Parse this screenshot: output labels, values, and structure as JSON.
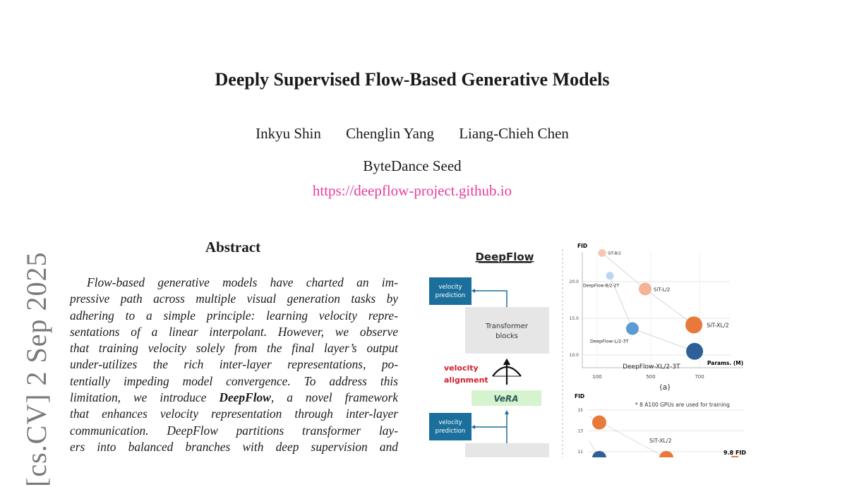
{
  "title": "Deeply Supervised Flow-Based Generative Models",
  "authors": [
    "Inkyu Shin",
    "Chenglin Yang",
    "Liang-Chieh Chen"
  ],
  "affiliation": "ByteDance Seed",
  "url": "https://deepflow-project.github.io",
  "arxiv_stamp": "[cs.CV]  2 Sep 2025",
  "abstract": {
    "heading": "Abstract",
    "lines": [
      "Flow-based generative models have charted an im-",
      "pressive path across multiple visual generation tasks by",
      "adhering to a simple principle: learning velocity repre-",
      "sentations of a linear interpolant. However, we observe",
      "that training velocity solely from the final layer’s output",
      "under-utilizes the rich inter-layer representations, po-",
      "tentially impeding model convergence. To address this"
    ],
    "line8_pre": "limitation, we introduce ",
    "line8_bold": "DeepFlow",
    "line8_post": ", a novel framework",
    "lines_after": [
      "that enhances velocity representation through inter-layer",
      "communication. DeepFlow partitions transformer lay-",
      "ers into balanced branches with deep supervision and"
    ]
  },
  "figure": {
    "diagram": {
      "title": "DeepFlow",
      "velocity_prediction_1": "velocity",
      "velocity_prediction_2": "prediction",
      "transformer_1": "Transformer",
      "transformer_2": "blocks",
      "alignment_1": "velocity",
      "alignment_2": "alignment",
      "vera": "VeRA",
      "colors": {
        "pred_box": "#1b6f9c",
        "block": "#e6e6e6",
        "vera_box": "#d6f3cf",
        "alignment_text": "#d0202a"
      }
    }
  },
  "chart_data": [
    {
      "type": "scatter",
      "caption": "(a)",
      "ylabel": "FID",
      "xlabel": "Params. (M)",
      "xticks": [
        100,
        500,
        700
      ],
      "yticks": [
        "10.0",
        "15.0",
        "20.0"
      ],
      "series": [
        {
          "name": "SiT",
          "color": "#e8793a",
          "points": [
            {
              "label": "SiT-B/2",
              "x": 137,
              "y": 23.9,
              "size": 1,
              "color": "#f6c7b0"
            },
            {
              "label": "SiT-L/2",
              "x": 458,
              "y": 19.0,
              "size": 2,
              "color": "#f3b394"
            },
            {
              "label": "SiT-XL/2",
              "x": 677,
              "y": 14.1,
              "size": 3,
              "color": "#e8793a"
            }
          ]
        },
        {
          "name": "DeepFlow",
          "color": "#2e5f99",
          "points": [
            {
              "label": "DeepFlow-B/2-2T",
              "x": 195,
              "y": 20.8,
              "size": 1,
              "color": "#bcd6f0"
            },
            {
              "label": "DeepFlow-L/2-3T",
              "x": 363,
              "y": 13.6,
              "size": 2,
              "color": "#5b9bd5"
            },
            {
              "label": "DeepFlow-XL/2-3T",
              "x": 680,
              "y": 10.5,
              "size": 3,
              "color": "#2e5f99"
            }
          ]
        }
      ]
    },
    {
      "type": "scatter",
      "ylabel": "FID",
      "note": "* 8 A100 GPUs are used for training",
      "yticks": [
        "11",
        "13",
        "15"
      ],
      "series_label": "SiT-XL/2",
      "annotation": "9.8 FID",
      "points": [
        {
          "series": "SiT-XL/2",
          "y": 13.8,
          "color": "#e8793a"
        },
        {
          "series": "DeepFlow",
          "y": 10.4,
          "color": "#2e5f99"
        },
        {
          "series": "SiT-XL/2",
          "y": 10.4,
          "color": "#e8793a"
        }
      ]
    }
  ]
}
